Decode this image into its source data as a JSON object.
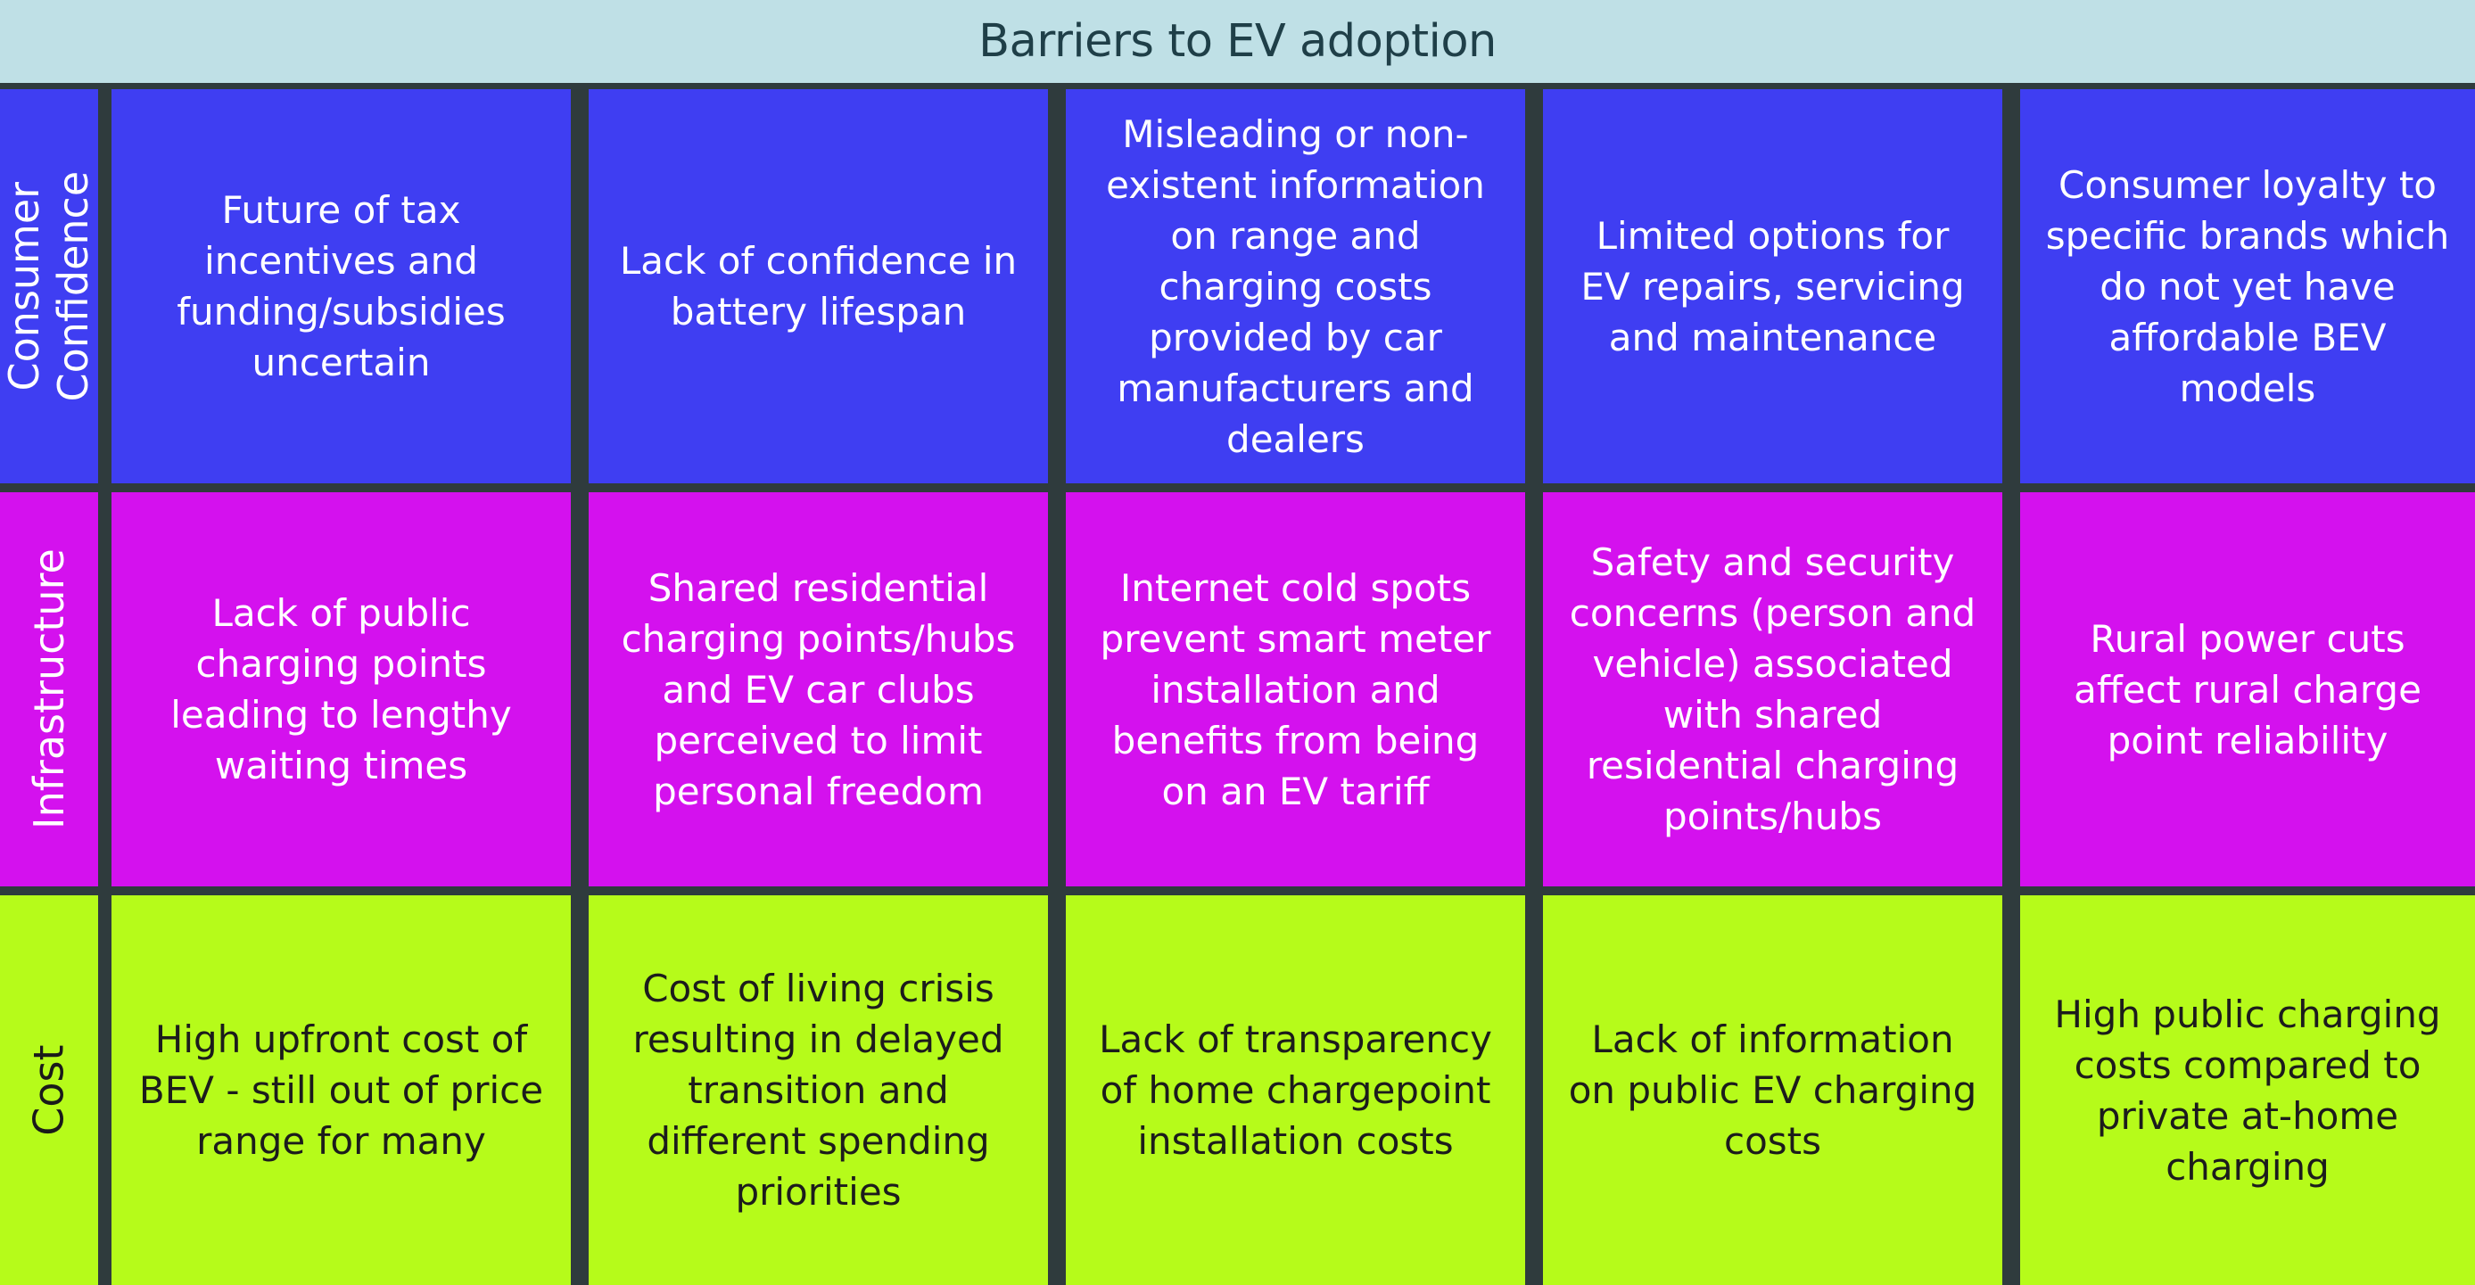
{
  "title": "Barriers to EV adoption",
  "colors": {
    "consumer_confidence": "#3f3ef2",
    "infrastructure": "#d411ee",
    "cost": "#b6fb1a",
    "header": "#bfe0e6",
    "divider": "#2f3b3d"
  },
  "rows": [
    {
      "label": "Consumer Confidence",
      "cells": [
        "Future of tax incentives and funding/subsidies uncertain",
        "Lack of confidence in battery lifespan",
        "Misleading or non-existent information on range and charging costs provided by car manufacturers and dealers",
        "Limited options for EV repairs, servicing and maintenance",
        "Consumer loyalty to specific brands which do not yet have affordable BEV models"
      ]
    },
    {
      "label": "Infrastructure",
      "cells": [
        "Lack of public charging points leading to lengthy waiting times",
        "Shared residential charging points/hubs and EV car clubs perceived to limit personal freedom",
        "Internet cold spots prevent smart meter installation and benefits from being on an EV tariff",
        "Safety and security concerns (person and vehicle) associated with shared residential charging points/hubs",
        "Rural power cuts affect rural charge point reliability"
      ]
    },
    {
      "label": "Cost",
      "cells": [
        "High upfront cost of BEV - still out of price range for many",
        "Cost of living crisis resulting in delayed transition and different spending priorities",
        "Lack of transparency of home chargepoint installation costs",
        "Lack of information on public EV charging costs",
        "High public charging costs compared to private at-home charging"
      ]
    }
  ]
}
